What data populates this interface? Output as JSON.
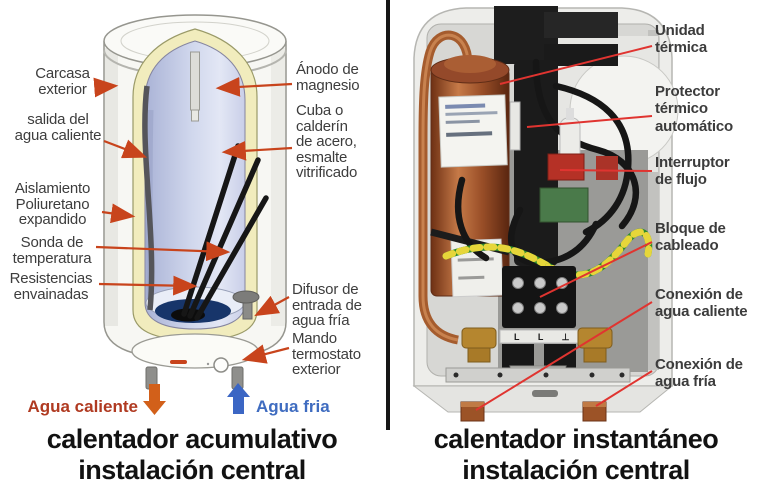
{
  "left_panel": {
    "title": "calentador acumulativo\ninstalación central",
    "labels": {
      "carcasa": "Carcasa\nexterior",
      "salida": "salida  del\nagua caliente",
      "aislamiento": "Aislamiento\nPoliuretano\nexpandido",
      "sonda": "Sonda de\ntemperatura",
      "resistencias": "Resistencias\nenvainadas",
      "anodo": "Ánodo de\nmagnesio",
      "cuba": "Cuba o\ncalderín\nde acero,\nesmalte\nvitrificado",
      "difusor": "Difusor de\nentrada de\nagua fría",
      "mando": "Mando\ntermostato\nexterior"
    },
    "flow": {
      "hot_label": "Agua caliente",
      "cold_label": "Agua fria"
    }
  },
  "right_panel": {
    "title": "calentador instantáneo\ninstalación central",
    "labels": {
      "unidad": "Unidad\ntérmica",
      "protector": "Protector\ntérmico\nautomático",
      "interruptor": "Interruptor\nde flujo",
      "bloque": "Bloque de\ncableado",
      "conexion_caliente": "Conexión de\nagua caliente",
      "conexion_fria": "Conexión de\nagua fría"
    },
    "terminal_marking": "L L ⊥"
  },
  "colors": {
    "label_text": "#3d3d3d",
    "title_text": "#121212",
    "left_arrow": "#c8441c",
    "right_leader": "#e03430",
    "hot_text": "#b03a21",
    "cold_text": "#3f6cc0",
    "hot_arrow": "#d2601a",
    "cold_arrow": "#3b66c4",
    "insulation_yellow": "#f1ecbd",
    "tank_interior": "#cfd6ec",
    "copper": "#a55c2e",
    "navy_ring": "#17356a"
  }
}
